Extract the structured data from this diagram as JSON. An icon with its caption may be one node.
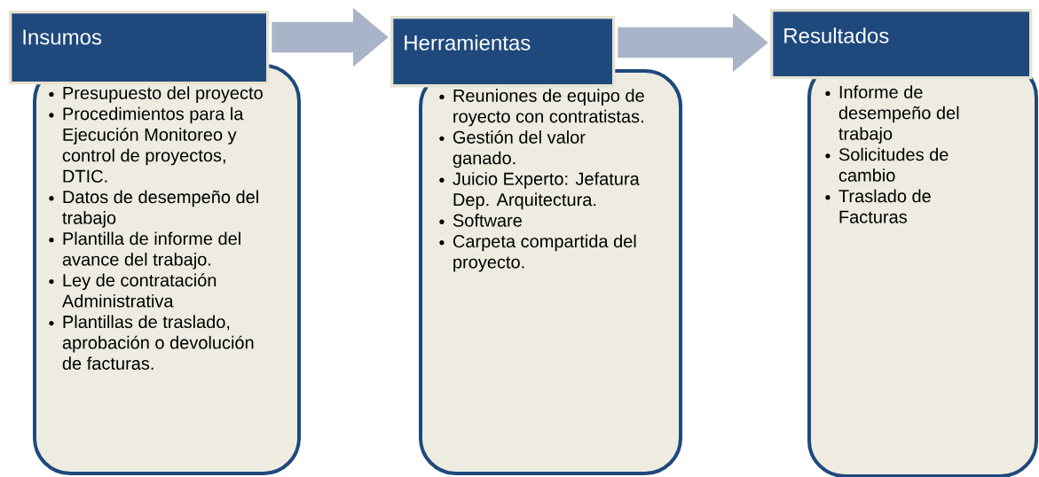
{
  "diagram": {
    "nodes": [
      {
        "text": [
          "Insumos"
        ]
      },
      {
        "text": [
          "Presupuesto del proyecto",
          "Procedimientos para la Ejecución Monitoreo y control de proyectos, DTIC.",
          "Datos de desempeño del trabajo",
          "Plantilla de informe del avance del trabajo.",
          "Ley de contratación Administrativa",
          "Plantillas de traslado, aprobación  o devolución de facturas."
        ]
      },
      {
        "text": [
          "Herramientas"
        ]
      },
      {
        "text": [
          "Reuniones de equipo de royecto con contratistas.",
          "Gestión del valor ganado.",
          "Juicio Experto: Jefatura Dep. Arquitectura.",
          "Software",
          "Carpeta compartida del proyecto."
        ]
      },
      {
        "text": [
          "Resultados"
        ]
      },
      {
        "text": [
          "Informe de desempeño del trabajo",
          "Solicitudes de cambio",
          "Traslado de Facturas"
        ]
      }
    ],
    "edges": [
      {
        "from": 0,
        "to": 2,
        "arrow": "to"
      },
      {
        "from": 2,
        "to": 4,
        "arrow": "to"
      }
    ]
  }
}
